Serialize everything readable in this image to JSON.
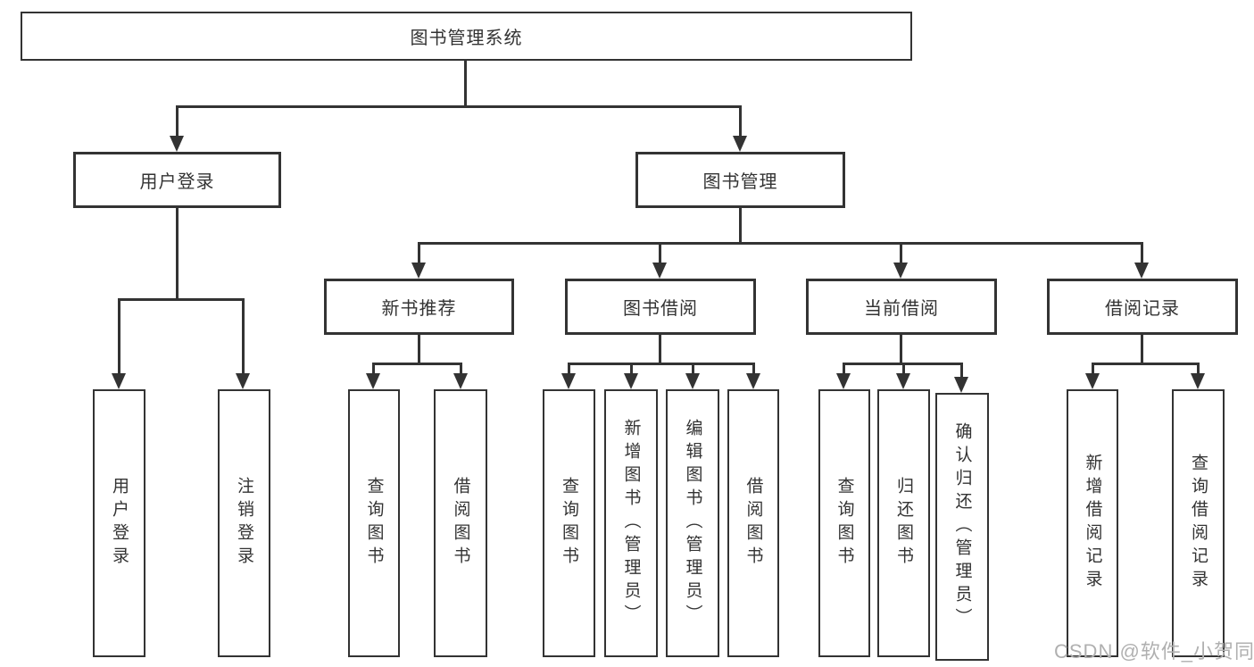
{
  "diagram_type": "hierarchy-tree",
  "colors": {
    "line": "#333333",
    "box_border": "#333333",
    "text": "#333333",
    "background": "#ffffff",
    "watermark": "#b0b0b0"
  },
  "root": {
    "label": "图书管理系统",
    "children": [
      {
        "label": "用户登录",
        "children": [
          {
            "label": "用户登录"
          },
          {
            "label": "注销登录"
          }
        ]
      },
      {
        "label": "图书管理",
        "children": [
          {
            "label": "新书推荐",
            "children": [
              {
                "label": "查询图书"
              },
              {
                "label": "借阅图书"
              }
            ]
          },
          {
            "label": "图书借阅",
            "children": [
              {
                "label": "查询图书"
              },
              {
                "label": "新增图书（管理员）"
              },
              {
                "label": "编辑图书（管理员）"
              },
              {
                "label": "借阅图书"
              }
            ]
          },
          {
            "label": "当前借阅",
            "children": [
              {
                "label": "查询图书"
              },
              {
                "label": "归还图书"
              },
              {
                "label": "确认归还（管理员）"
              }
            ]
          },
          {
            "label": "借阅记录",
            "children": [
              {
                "label": "新增借阅记录"
              },
              {
                "label": "查询借阅记录"
              }
            ]
          }
        ]
      }
    ]
  },
  "watermark": {
    "text": "CSDN @软件_小贺同学"
  }
}
